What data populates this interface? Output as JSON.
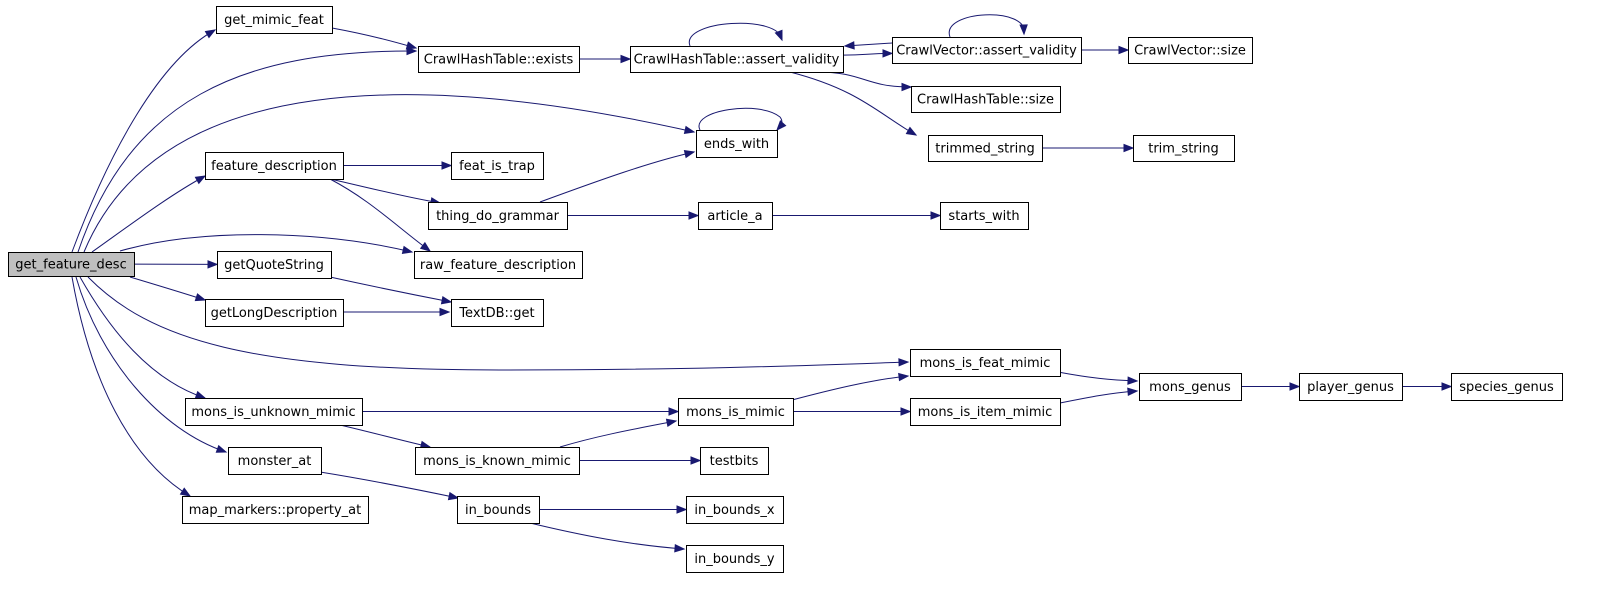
{
  "graph": {
    "root": "get_feature_desc",
    "colors": {
      "edge": "#191970",
      "root_fill": "#bfbfbf",
      "node_fill": "#ffffff",
      "node_border": "#000000"
    },
    "nodes": [
      {
        "id": "get_feature_desc",
        "label": "get_feature_desc"
      },
      {
        "id": "get_mimic_feat",
        "label": "get_mimic_feat"
      },
      {
        "id": "ht_exists",
        "label": "CrawlHashTable::exists"
      },
      {
        "id": "ht_assert",
        "label": "CrawlHashTable::assert_validity"
      },
      {
        "id": "cv_assert",
        "label": "CrawlVector::assert_validity"
      },
      {
        "id": "cv_size",
        "label": "CrawlVector::size"
      },
      {
        "id": "ht_size",
        "label": "CrawlHashTable::size"
      },
      {
        "id": "trimmed_string",
        "label": "trimmed_string"
      },
      {
        "id": "trim_string",
        "label": "trim_string"
      },
      {
        "id": "ends_with",
        "label": "ends_with"
      },
      {
        "id": "feature_description",
        "label": "feature_description"
      },
      {
        "id": "feat_is_trap",
        "label": "feat_is_trap"
      },
      {
        "id": "thing_do_grammar",
        "label": "thing_do_grammar"
      },
      {
        "id": "article_a",
        "label": "article_a"
      },
      {
        "id": "starts_with",
        "label": "starts_with"
      },
      {
        "id": "raw_feature_description",
        "label": "raw_feature_description"
      },
      {
        "id": "getQuoteString",
        "label": "getQuoteString"
      },
      {
        "id": "textdb_get",
        "label": "TextDB::get"
      },
      {
        "id": "getLongDescription",
        "label": "getLongDescription"
      },
      {
        "id": "mons_is_feat_mimic",
        "label": "mons_is_feat_mimic"
      },
      {
        "id": "mons_genus",
        "label": "mons_genus"
      },
      {
        "id": "player_genus",
        "label": "player_genus"
      },
      {
        "id": "species_genus",
        "label": "species_genus"
      },
      {
        "id": "mons_is_unknown_mimic",
        "label": "mons_is_unknown_mimic"
      },
      {
        "id": "mons_is_mimic",
        "label": "mons_is_mimic"
      },
      {
        "id": "mons_is_item_mimic",
        "label": "mons_is_item_mimic"
      },
      {
        "id": "mons_is_known_mimic",
        "label": "mons_is_known_mimic"
      },
      {
        "id": "testbits",
        "label": "testbits"
      },
      {
        "id": "monster_at",
        "label": "monster_at"
      },
      {
        "id": "in_bounds",
        "label": "in_bounds"
      },
      {
        "id": "in_bounds_x",
        "label": "in_bounds_x"
      },
      {
        "id": "in_bounds_y",
        "label": "in_bounds_y"
      },
      {
        "id": "property_at",
        "label": "map_markers::property_at"
      }
    ],
    "edges": [
      [
        "get_feature_desc",
        "get_mimic_feat"
      ],
      [
        "get_feature_desc",
        "ht_exists"
      ],
      [
        "get_feature_desc",
        "ends_with"
      ],
      [
        "get_feature_desc",
        "feature_description"
      ],
      [
        "get_feature_desc",
        "raw_feature_description"
      ],
      [
        "get_feature_desc",
        "getQuoteString"
      ],
      [
        "get_feature_desc",
        "getLongDescription"
      ],
      [
        "get_feature_desc",
        "mons_is_feat_mimic"
      ],
      [
        "get_feature_desc",
        "mons_is_unknown_mimic"
      ],
      [
        "get_feature_desc",
        "monster_at"
      ],
      [
        "get_feature_desc",
        "property_at"
      ],
      [
        "get_mimic_feat",
        "ht_exists"
      ],
      [
        "ht_exists",
        "ht_assert"
      ],
      [
        "ht_assert",
        "ht_assert"
      ],
      [
        "ht_assert",
        "cv_assert"
      ],
      [
        "ht_assert",
        "ht_size"
      ],
      [
        "ht_assert",
        "trimmed_string"
      ],
      [
        "cv_assert",
        "cv_assert"
      ],
      [
        "cv_assert",
        "ht_assert"
      ],
      [
        "cv_assert",
        "cv_size"
      ],
      [
        "trimmed_string",
        "trim_string"
      ],
      [
        "ends_with",
        "ends_with"
      ],
      [
        "feature_description",
        "feat_is_trap"
      ],
      [
        "feature_description",
        "thing_do_grammar"
      ],
      [
        "feature_description",
        "raw_feature_description"
      ],
      [
        "thing_do_grammar",
        "ends_with"
      ],
      [
        "thing_do_grammar",
        "article_a"
      ],
      [
        "article_a",
        "starts_with"
      ],
      [
        "getQuoteString",
        "textdb_get"
      ],
      [
        "getLongDescription",
        "textdb_get"
      ],
      [
        "mons_is_feat_mimic",
        "mons_genus"
      ],
      [
        "mons_genus",
        "player_genus"
      ],
      [
        "player_genus",
        "species_genus"
      ],
      [
        "mons_is_unknown_mimic",
        "mons_is_mimic"
      ],
      [
        "mons_is_unknown_mimic",
        "mons_is_known_mimic"
      ],
      [
        "mons_is_mimic",
        "mons_is_feat_mimic"
      ],
      [
        "mons_is_mimic",
        "mons_is_item_mimic"
      ],
      [
        "mons_is_item_mimic",
        "mons_genus"
      ],
      [
        "mons_is_known_mimic",
        "mons_is_mimic"
      ],
      [
        "mons_is_known_mimic",
        "testbits"
      ],
      [
        "monster_at",
        "in_bounds"
      ],
      [
        "in_bounds",
        "in_bounds_x"
      ],
      [
        "in_bounds",
        "in_bounds_y"
      ]
    ]
  }
}
